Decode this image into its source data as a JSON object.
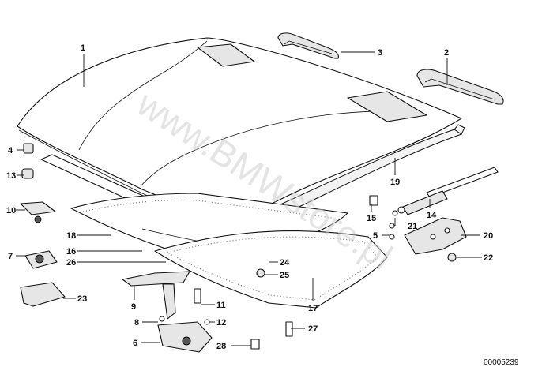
{
  "diagram": {
    "reference_number": "00005239",
    "watermark": "www.BMWstore.pl",
    "callouts": [
      "1",
      "2",
      "3",
      "4",
      "5",
      "6",
      "7",
      "8",
      "9",
      "10",
      "11",
      "12",
      "13",
      "14",
      "15",
      "16",
      "17",
      "18",
      "19",
      "20",
      "21",
      "22",
      "23",
      "24",
      "25",
      "26",
      "27",
      "28"
    ]
  }
}
